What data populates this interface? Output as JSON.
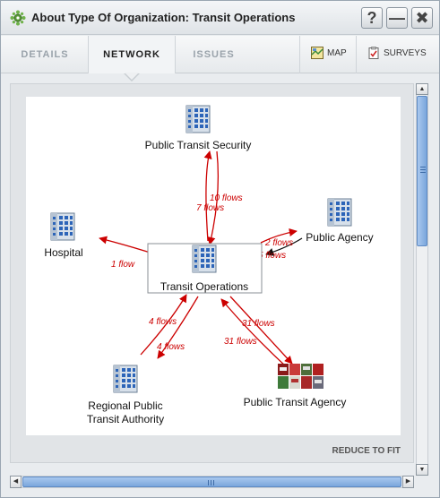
{
  "window": {
    "title": "About Type Of Organization: Transit Operations",
    "help_label": "?",
    "minimize_label": "—",
    "close_label": "✖"
  },
  "tabs": [
    {
      "label": "DETAILS",
      "active": false
    },
    {
      "label": "NETWORK",
      "active": true
    },
    {
      "label": "ISSUES",
      "active": false
    }
  ],
  "tools": {
    "map_label": "MAP",
    "surveys_label": "SURVEYS"
  },
  "network": {
    "nodes": {
      "center": "Transit Operations",
      "security": "Public Transit Security",
      "hospital": "Hospital",
      "agency": "Public Agency",
      "regional_line1": "Regional Public",
      "regional_line2": "Transit Authority",
      "pta": "Public Transit Agency"
    },
    "flows": {
      "to_security": "10 flows",
      "from_security": "7 flows",
      "to_hospital": "1 flow",
      "to_agency": "2 flows",
      "from_agency": "5 flows",
      "from_regional": "4 flows",
      "to_regional": "4 flows",
      "to_pta": "31 flows",
      "from_pta": "31 flows"
    },
    "arrow_color": "#cc0000",
    "node_icon": "building-icon"
  },
  "reduce_label": "REDUCE TO FIT"
}
